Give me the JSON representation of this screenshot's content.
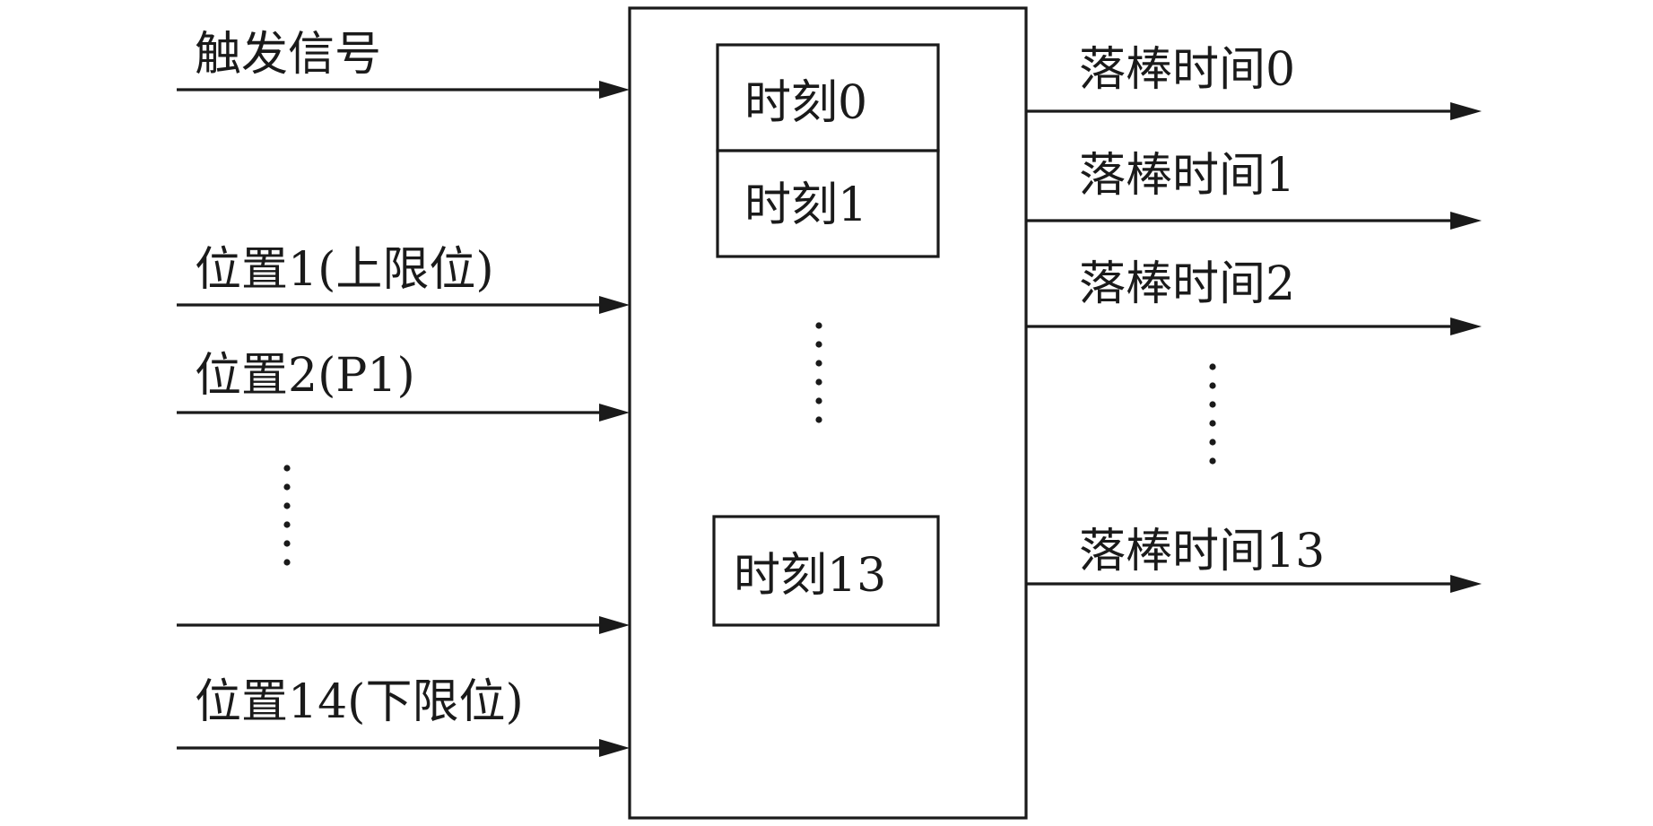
{
  "inputs": {
    "trigger": "触发信号",
    "pos1": "位置1(上限位)",
    "pos2": "位置2(P1)",
    "pos14": "位置14(下限位)"
  },
  "registers": {
    "t0": "时刻0",
    "t1": "时刻1",
    "t13": "时刻13"
  },
  "outputs": {
    "d0": "落棒时间0",
    "d1": "落棒时间1",
    "d2": "落棒时间2",
    "d13": "落棒时间13"
  }
}
